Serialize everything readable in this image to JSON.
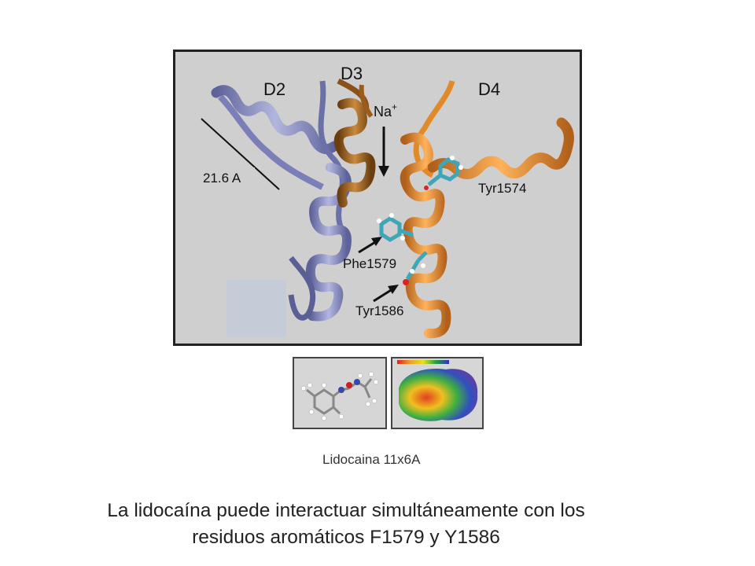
{
  "figure": {
    "domains": [
      "D2",
      "D3",
      "D4"
    ],
    "ion_label": "Na",
    "ion_charge": "+",
    "distance_label": "21.6 A",
    "residues": [
      "Tyr1574",
      "Phe1579",
      "Tyr1586"
    ],
    "colors": {
      "background": "#cfcfcf",
      "d2_helix": "#8f93c6",
      "d3_helix": "#a8651d",
      "d4_helix": "#e8902e",
      "residue_carbon": "#3fa6b8"
    }
  },
  "small_caption": "Lidocaina 11x6A",
  "main_caption": {
    "line1": "La lidocaína puede interactuar simultáneamente con los",
    "line2": "residuos aromáticos F1579 y Y1586"
  }
}
